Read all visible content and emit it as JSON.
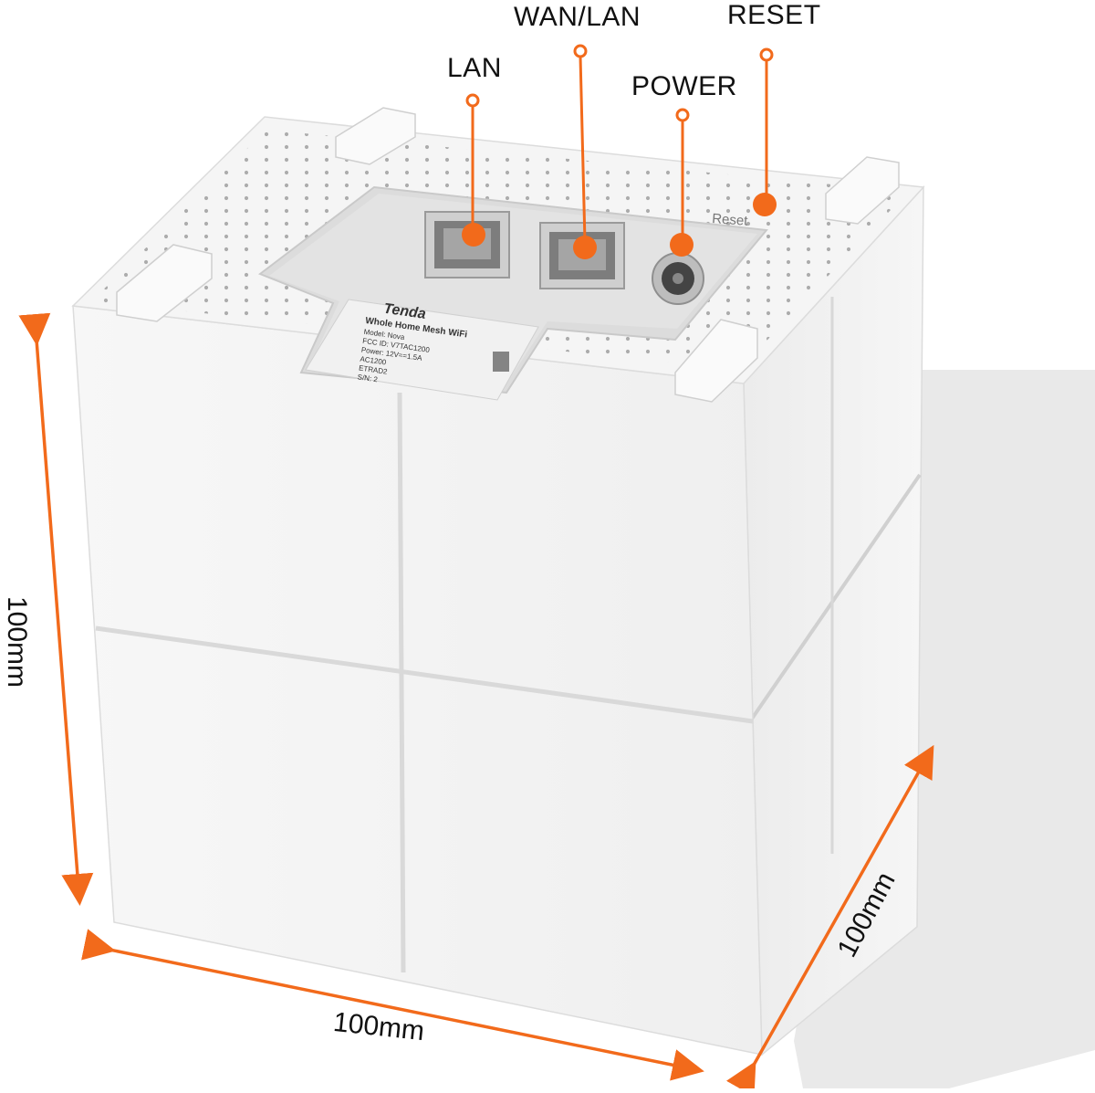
{
  "callouts": {
    "lan": "LAN",
    "wan_lan": "WAN/LAN",
    "power": "POWER",
    "reset": "RESET"
  },
  "device": {
    "reset_print": "Reset",
    "label_brand": "Tenda",
    "label_lines": [
      "Whole Home Mesh WiFi",
      "Model: Nova",
      "FCC ID: V7TAC1200",
      "Power: 12V==1.5A",
      "AC1200",
      "ETRAD2",
      "S/N: 2"
    ]
  },
  "dimensions": {
    "height": "100mm",
    "width": "100mm",
    "depth": "100mm"
  },
  "colors": {
    "accent": "#f26a1b",
    "device": "#f4f4f4",
    "shadow": "#e6e6e6"
  }
}
